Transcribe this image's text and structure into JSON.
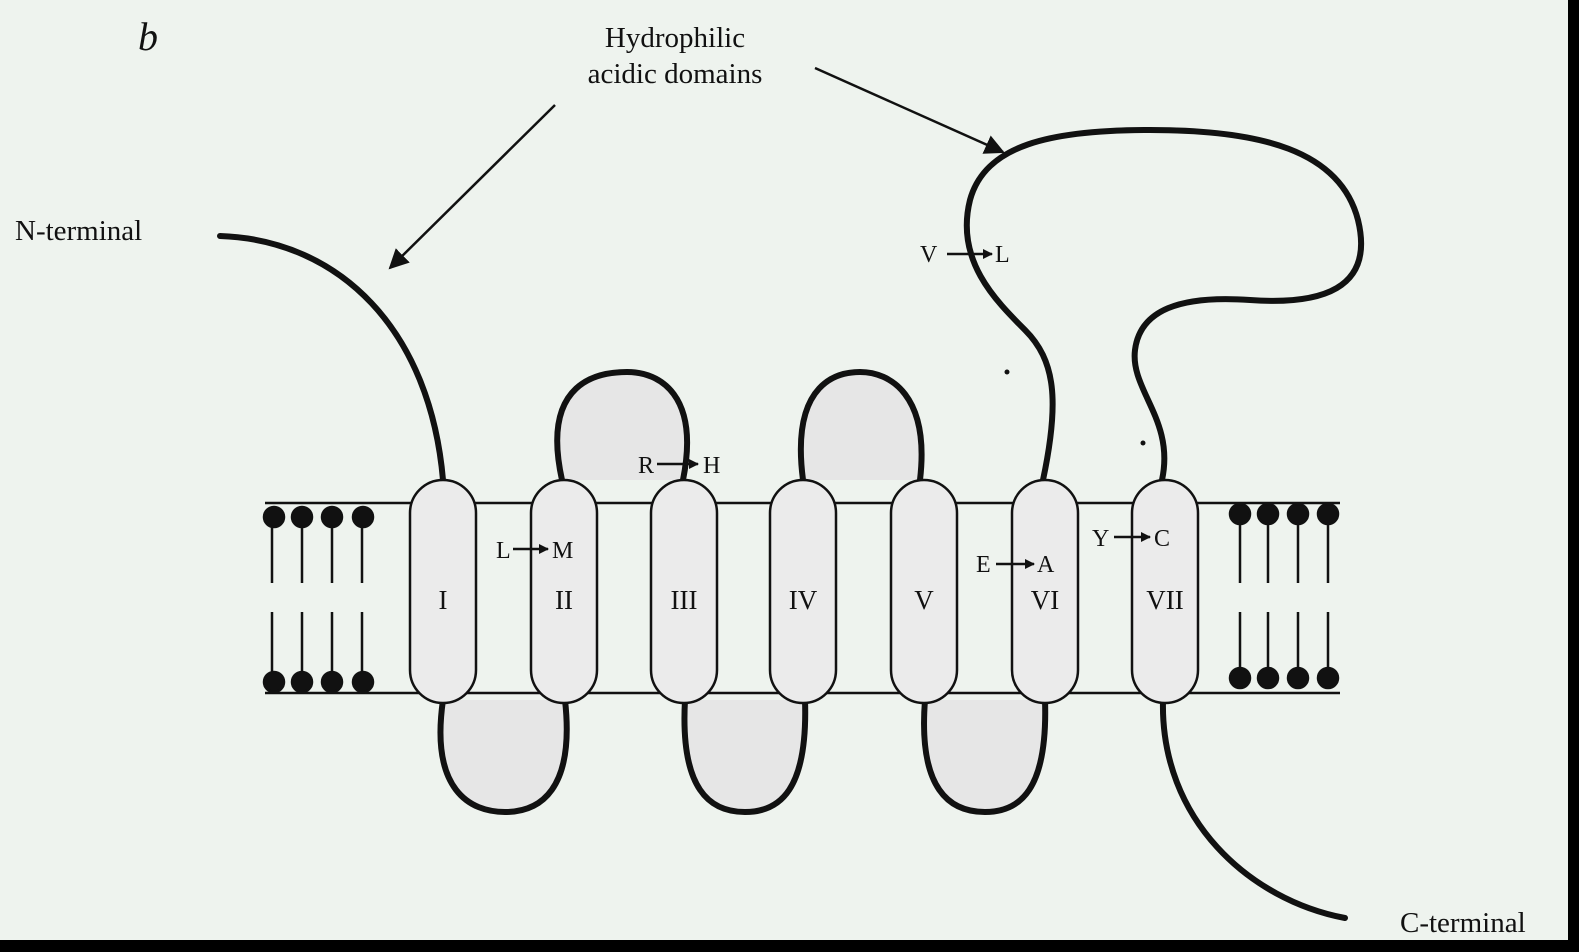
{
  "panel_letter": "b",
  "annotation": {
    "line1": "Hydrophilic",
    "line2": "acidic domains"
  },
  "terminals": {
    "n": "N-terminal",
    "c": "C-terminal"
  },
  "segments": [
    "I",
    "II",
    "III",
    "IV",
    "V",
    "VI",
    "VII"
  ],
  "mutations": [
    {
      "from": "L",
      "to": "M"
    },
    {
      "from": "R",
      "to": "H"
    },
    {
      "from": "E",
      "to": "A"
    },
    {
      "from": "Y",
      "to": "C"
    },
    {
      "from": "V",
      "to": "L"
    }
  ],
  "colors": {
    "background": "#eef3ee",
    "loop_fill": "#e6e6e6",
    "segment_fill": "#ebebeb",
    "ink": "#111111"
  }
}
